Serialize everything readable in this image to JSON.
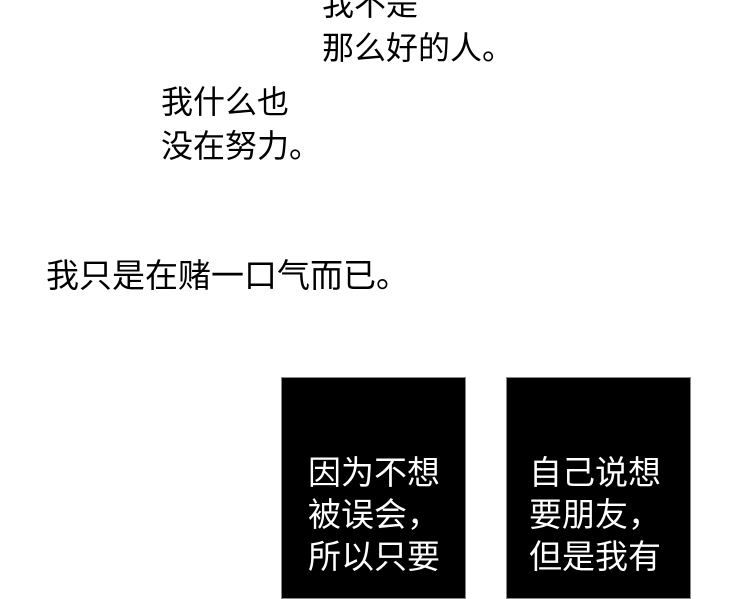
{
  "captions": {
    "block1": [
      "我不是",
      "那么好的人。"
    ],
    "block2": [
      "我什么也",
      "没在努力。"
    ],
    "block3": [
      "我只是在赌一口气而已。"
    ]
  },
  "panels": {
    "left": [
      "因为不想",
      "被误会，",
      "所以只要"
    ],
    "right": [
      "自己说想",
      "要朋友，",
      "但是我有"
    ]
  },
  "colors": {
    "background": "#ffffff",
    "text": "#000000",
    "panel": "#000000",
    "panel_text": "#ffffff"
  }
}
